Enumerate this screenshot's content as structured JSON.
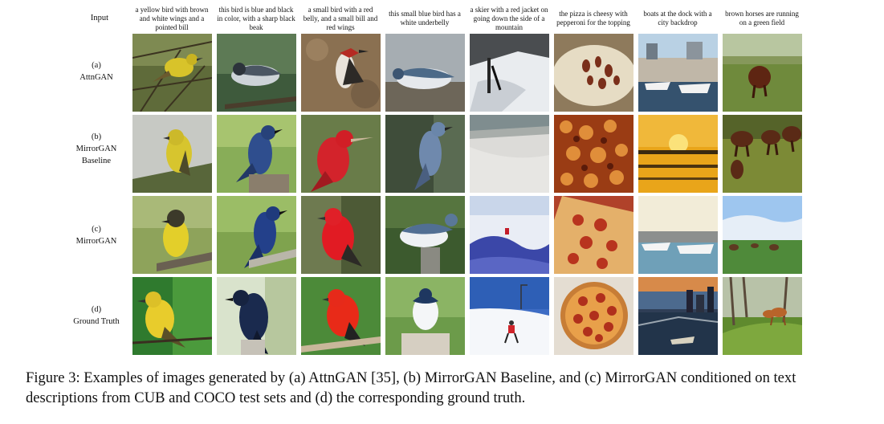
{
  "input_label": "Input",
  "captions": [
    "a yellow bird with brown and white wings and a pointed bill",
    "this bird is blue and black in color, with a sharp black beak",
    "a small bird with a red belly, and a small bill and red wings",
    "this small blue bird has a white underbelly",
    "a skier with a red jacket on going down the side of a mountain",
    "the  pizza  is cheesy with pepperoni for the topping",
    "boats at the dock with a city backdrop",
    "brown horses are running on a green field"
  ],
  "rows": [
    {
      "tag": "(a)",
      "name": "AttnGAN"
    },
    {
      "tag": "(b)",
      "name": "MirrorGAN Baseline"
    },
    {
      "tag": "(c)",
      "name": "MirrorGAN"
    },
    {
      "tag": "(d)",
      "name": "Ground Truth"
    }
  ],
  "figure_caption": "Figure 3: Examples of images generated by (a) AttnGAN [35], (b) MirrorGAN Baseline, and (c) MirrorGAN conditioned on text descriptions from CUB and COCO test sets and (d) the corresponding ground truth."
}
